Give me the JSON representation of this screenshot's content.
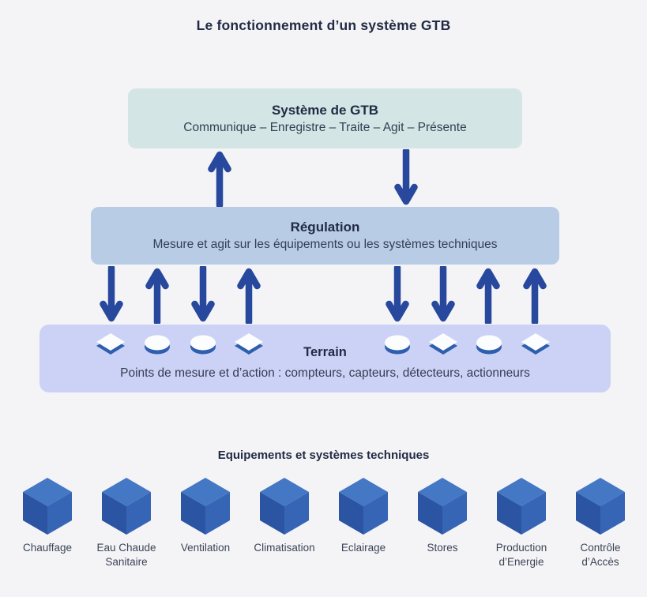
{
  "page": {
    "title": "Le fonctionnement d’un système GTB",
    "background_color": "#f4f4f6"
  },
  "levels": {
    "gtb": {
      "title": "Système de GTB",
      "subtitle": "Communique – Enregistre – Traite – Agit – Présente",
      "fill_color": "#d3e5e4"
    },
    "regulation": {
      "title": "Régulation",
      "subtitle": "Mesure et agit sur les équipements ou les systèmes techniques",
      "fill_color": "#b8cce6"
    },
    "terrain": {
      "title": "Terrain",
      "subtitle": "Points de mesure et d’action : compteurs, capteurs, détecteurs, actionneurs",
      "fill_color": "#ccd2f5",
      "icons": [
        "diamond",
        "ellipse",
        "ellipse",
        "diamond",
        "ellipse",
        "diamond",
        "ellipse",
        "diamond"
      ]
    }
  },
  "arrows": {
    "color": "#27489d",
    "gtb_to_regulation": [
      "up",
      "down"
    ],
    "regulation_to_terrain": [
      "down",
      "up",
      "down",
      "up",
      "down",
      "down",
      "up",
      "up"
    ]
  },
  "equipment": {
    "heading": "Equipements et systèmes techniques",
    "cube_colors": {
      "top": "#4478c5",
      "left": "#2b55a2",
      "right": "#3765b5"
    },
    "items": [
      "Chauffage",
      "Eau Chaude Sanitaire",
      "Ventilation",
      "Climatisation",
      "Eclairage",
      "Stores",
      "Production d’Energie",
      "Contrôle d’Accès"
    ]
  }
}
